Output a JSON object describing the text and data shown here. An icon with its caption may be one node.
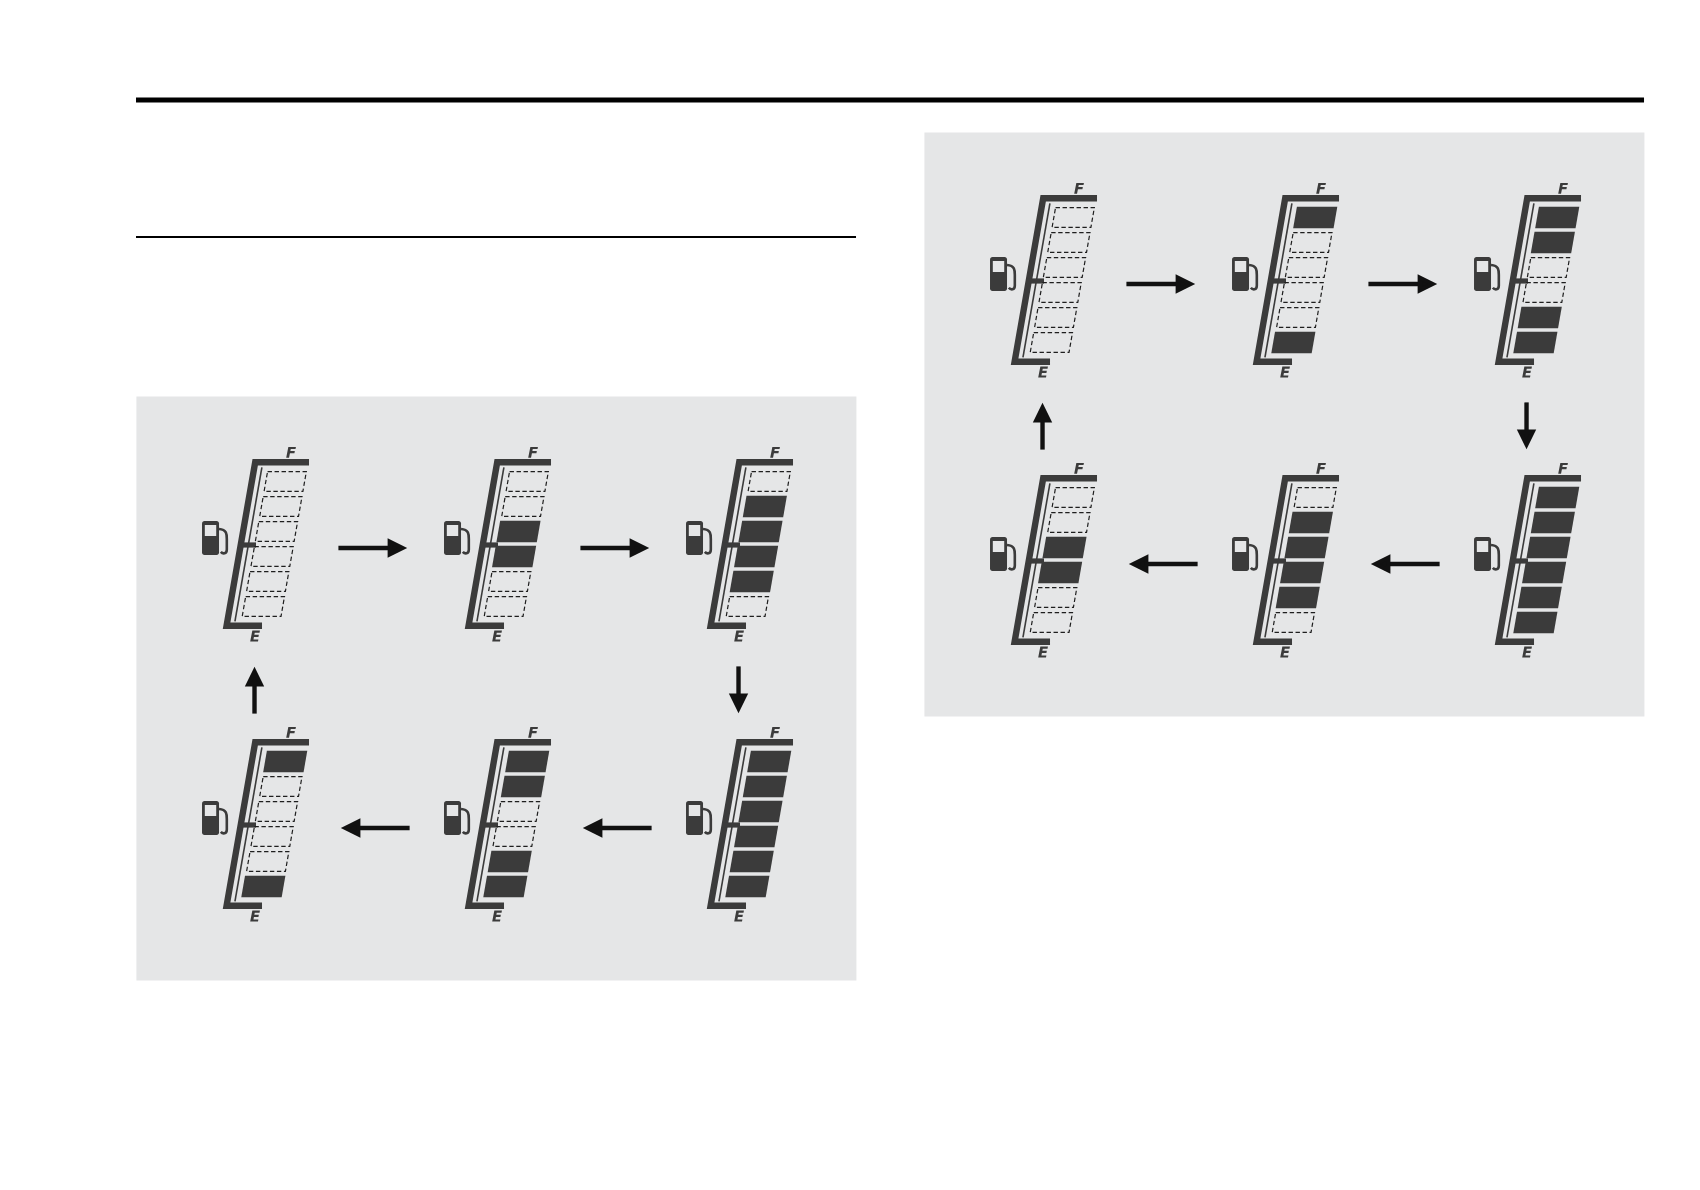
{
  "diagram": {
    "nodes": [
      {
        "text": [],
        "shape": "box"
      },
      {
        "text": [
          "F",
          "E"
        ],
        "in": 0
      },
      {
        "text": [
          "F",
          "E"
        ],
        "in": 0
      },
      {
        "text": [
          "F",
          "E"
        ],
        "in": 0
      },
      {
        "text": [
          "F",
          "E"
        ],
        "in": 0
      },
      {
        "text": [
          "F",
          "E"
        ],
        "in": 0
      },
      {
        "text": [
          "F",
          "E"
        ],
        "in": 0
      },
      {
        "text": [],
        "shape": "box"
      },
      {
        "text": [
          "F",
          "E"
        ],
        "in": 7
      },
      {
        "text": [
          "F",
          "E"
        ],
        "in": 7
      },
      {
        "text": [
          "F",
          "E"
        ],
        "in": 7
      },
      {
        "text": [
          "F",
          "E"
        ],
        "in": 7
      },
      {
        "text": [
          "F",
          "E"
        ],
        "in": 7
      },
      {
        "text": [
          "F",
          "E"
        ],
        "in": 7
      }
    ],
    "edges": [
      {
        "from": 1,
        "to": 2,
        "arrow": "to"
      },
      {
        "from": 2,
        "to": 3,
        "arrow": "to"
      },
      {
        "from": 3,
        "to": 6,
        "arrow": "to"
      },
      {
        "from": 6,
        "to": 5,
        "arrow": "to"
      },
      {
        "from": 5,
        "to": 4,
        "arrow": "to"
      },
      {
        "from": 4,
        "to": 1,
        "arrow": "to"
      },
      {
        "from": 8,
        "to": 9,
        "arrow": "to"
      },
      {
        "from": 9,
        "to": 10,
        "arrow": "to"
      },
      {
        "from": 10,
        "to": 13,
        "arrow": "to"
      },
      {
        "from": 13,
        "to": 12,
        "arrow": "to"
      },
      {
        "from": 12,
        "to": 11,
        "arrow": "to"
      },
      {
        "from": 11,
        "to": 8,
        "arrow": "to"
      }
    ]
  }
}
